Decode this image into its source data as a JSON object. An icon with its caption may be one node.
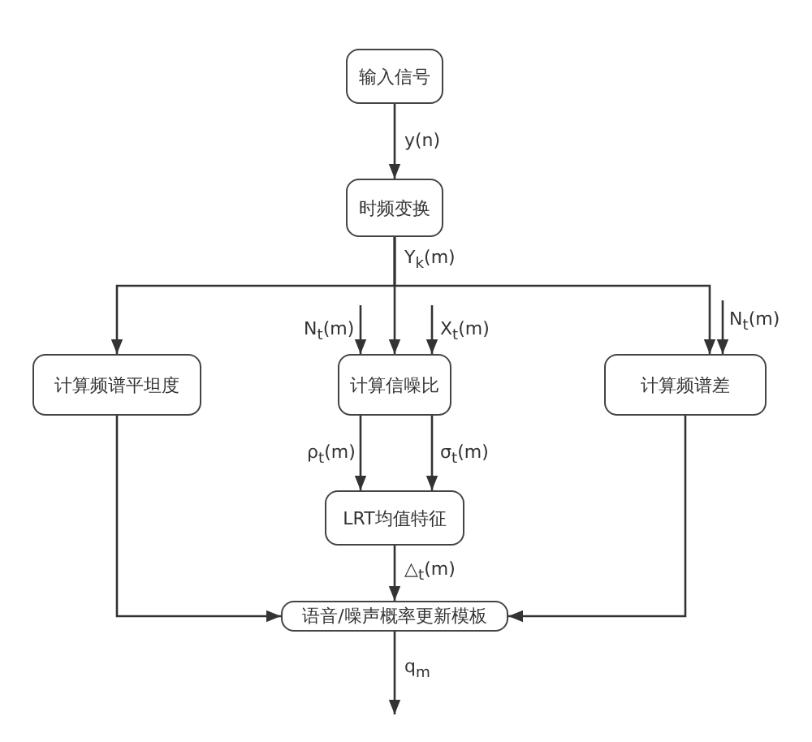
{
  "diagram": {
    "nodes": [
      {
        "text": [
          "输入信号"
        ]
      },
      {
        "text": [
          "时频变换"
        ]
      },
      {
        "text": [
          "计算频谱平坦度"
        ]
      },
      {
        "text": [
          "计算信噪比"
        ]
      },
      {
        "text": [
          "计算频谱差"
        ]
      },
      {
        "text": [
          "LRT均值特征"
        ]
      },
      {
        "text": [
          "语音/噪声概率更新模板"
        ]
      }
    ],
    "edges": [
      {
        "from": 0,
        "to": 1,
        "arrow": "to",
        "label": "y(n)"
      },
      {
        "from": 1,
        "to": 2,
        "arrow": "to"
      },
      {
        "from": 1,
        "to": 3,
        "arrow": "to",
        "label": "Y$_{k}$(m)"
      },
      {
        "from": 1,
        "to": 4,
        "arrow": "to"
      },
      {
        "from": null,
        "to": 3,
        "arrow": "to",
        "label": "N$_{t}$(m)"
      },
      {
        "from": null,
        "to": 3,
        "arrow": "to",
        "label": "X$_{t}$(m)"
      },
      {
        "from": null,
        "to": 4,
        "arrow": "to",
        "label": "N$_{t}$(m)"
      },
      {
        "from": 3,
        "to": 5,
        "arrow": "to",
        "label": "ρ$_{t}$(m)"
      },
      {
        "from": 3,
        "to": 5,
        "arrow": "to",
        "label": "σ$_{t}$(m)"
      },
      {
        "from": 5,
        "to": 6,
        "arrow": "to",
        "label": "△$_{t}$(m)"
      },
      {
        "from": 2,
        "to": 6,
        "arrow": "to"
      },
      {
        "from": 4,
        "to": 6,
        "arrow": "to"
      },
      {
        "from": 6,
        "to": null,
        "arrow": "to",
        "label": "q$_{m}$"
      }
    ]
  }
}
